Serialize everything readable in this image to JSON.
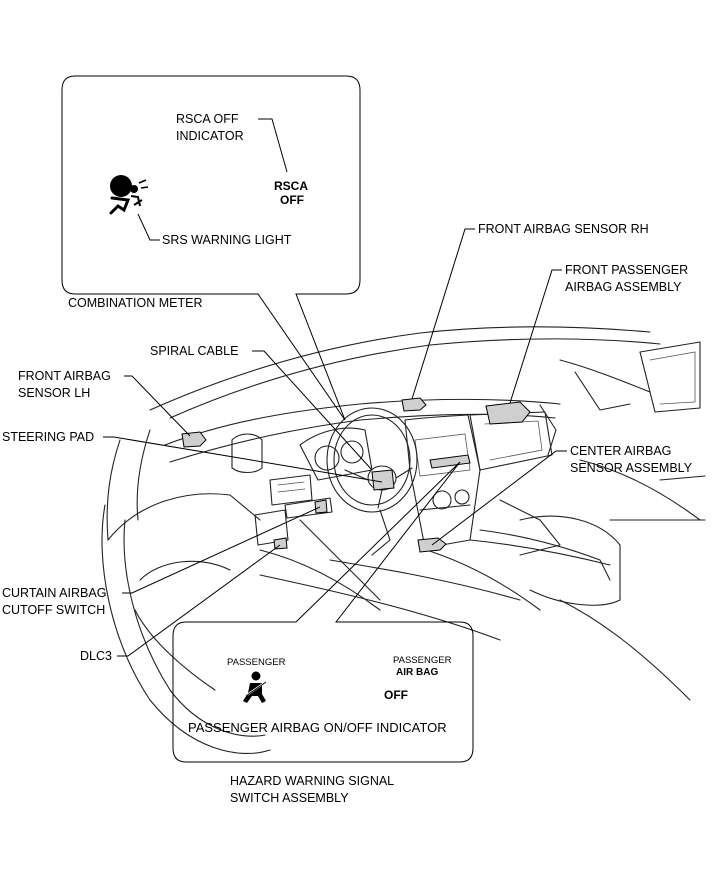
{
  "labels": {
    "rsca_off_indicator": [
      "RSCA OFF",
      "INDICATOR"
    ],
    "rsca_off_symbol": [
      "RSCA",
      "OFF"
    ],
    "srs_warning_light": "SRS WARNING LIGHT",
    "combination_meter": "COMBINATION METER",
    "front_airbag_sensor_rh": "FRONT AIRBAG SENSOR RH",
    "front_passenger_airbag_assembly": [
      "FRONT PASSENGER",
      "AIRBAG ASSEMBLY"
    ],
    "spiral_cable": "SPIRAL CABLE",
    "front_airbag_sensor_lh": [
      "FRONT AIRBAG",
      "SENSOR LH"
    ],
    "steering_pad": "STEERING PAD",
    "center_airbag_sensor_assembly": [
      "CENTER AIRBAG",
      "SENSOR ASSEMBLY"
    ],
    "curtain_airbag_cutoff_switch": [
      "CURTAIN AIRBAG",
      "CUTOFF SWITCH"
    ],
    "dlc3": "DLC3",
    "passenger_symbol_label": "PASSENGER",
    "passenger_airbag_symbol": [
      "PASSENGER",
      "AIR BAG"
    ],
    "off_symbol": "OFF",
    "passenger_airbag_on_off_indicator": "PASSENGER AIRBAG ON/OFF INDICATOR",
    "hazard_warning_signal_switch_assembly": [
      "HAZARD WARNING SIGNAL",
      "SWITCH ASSEMBLY"
    ]
  }
}
